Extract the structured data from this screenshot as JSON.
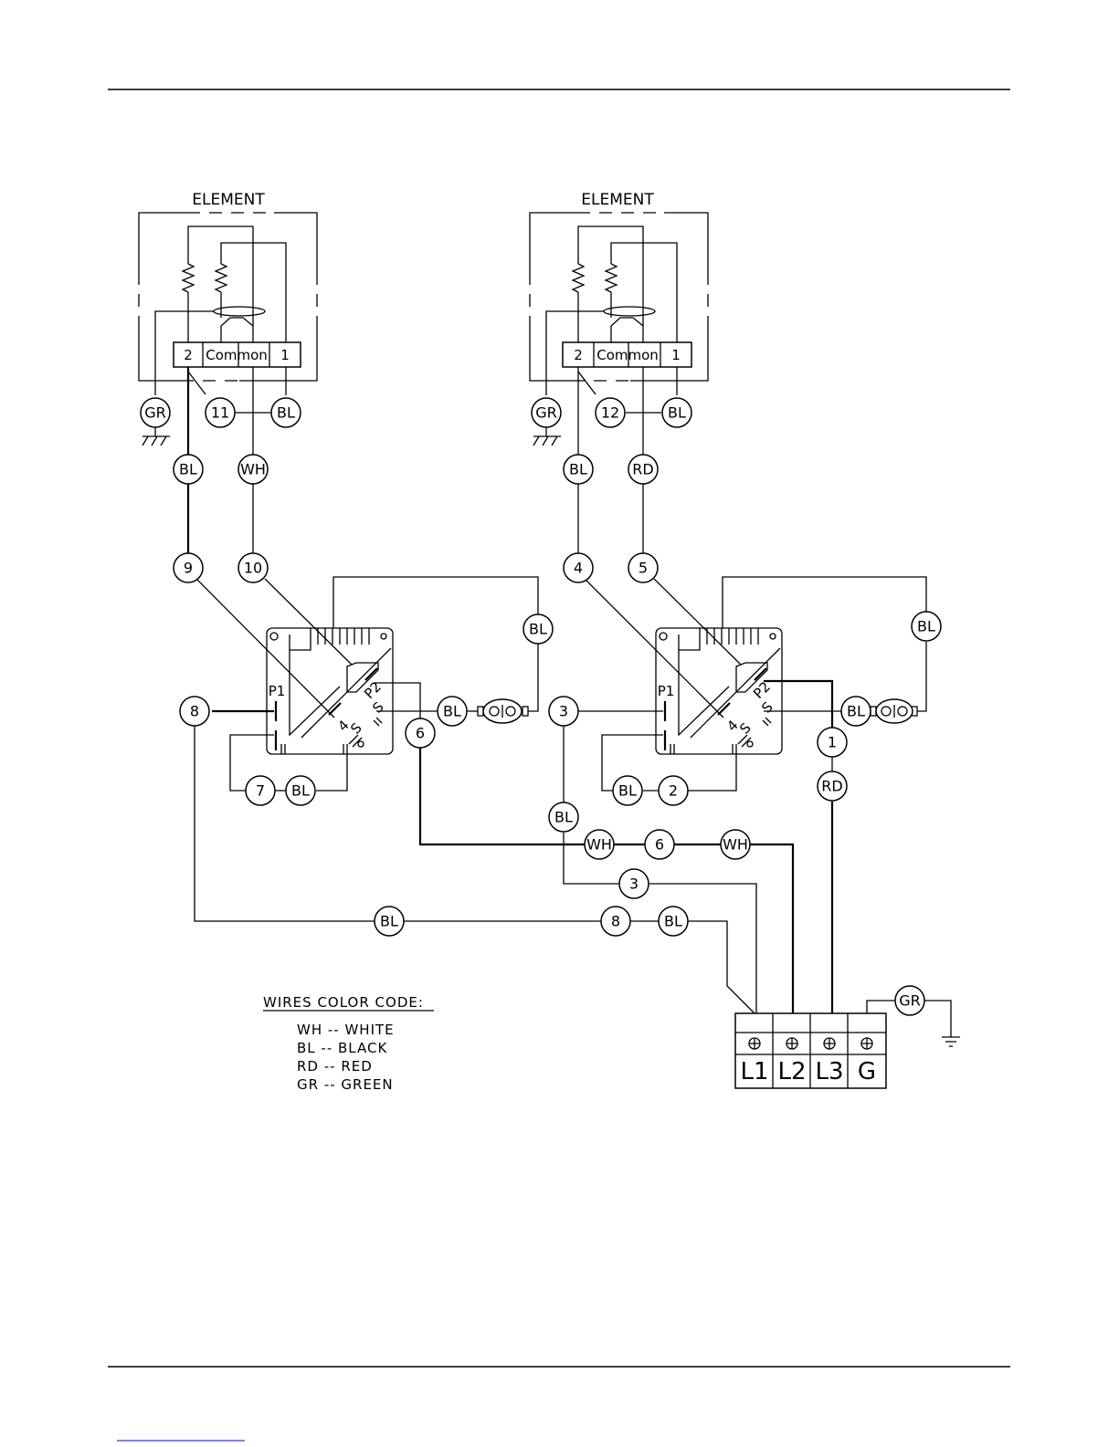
{
  "elements": [
    {
      "title": "ELEMENT",
      "terminals": [
        "2",
        "Common",
        "1"
      ]
    },
    {
      "title": "ELEMENT",
      "terminals": [
        "2",
        "Common",
        "1"
      ]
    }
  ],
  "switch_markings": {
    "p1": "P1",
    "p2": "P2",
    "t4": "4",
    "s": "S"
  },
  "wires": {
    "w1": "1",
    "w2": "2",
    "w3": "3",
    "w4": "4",
    "w5": "5",
    "w6": "6",
    "w7": "7",
    "w8": "8",
    "w9": "9",
    "w10": "10",
    "w11": "11",
    "w12": "12"
  },
  "colors": {
    "bl": "BL",
    "wh": "WH",
    "rd": "RD",
    "gr": "GR"
  },
  "terminal_block": [
    "L1",
    "L2",
    "L3",
    "G"
  ],
  "legend": {
    "title": "WIRES COLOR CODE:",
    "items": [
      "WH -- WHITE",
      "BL -- BLACK",
      "RD -- RED",
      "GR -- GREEN"
    ]
  },
  "footer": {
    "link": ""
  }
}
